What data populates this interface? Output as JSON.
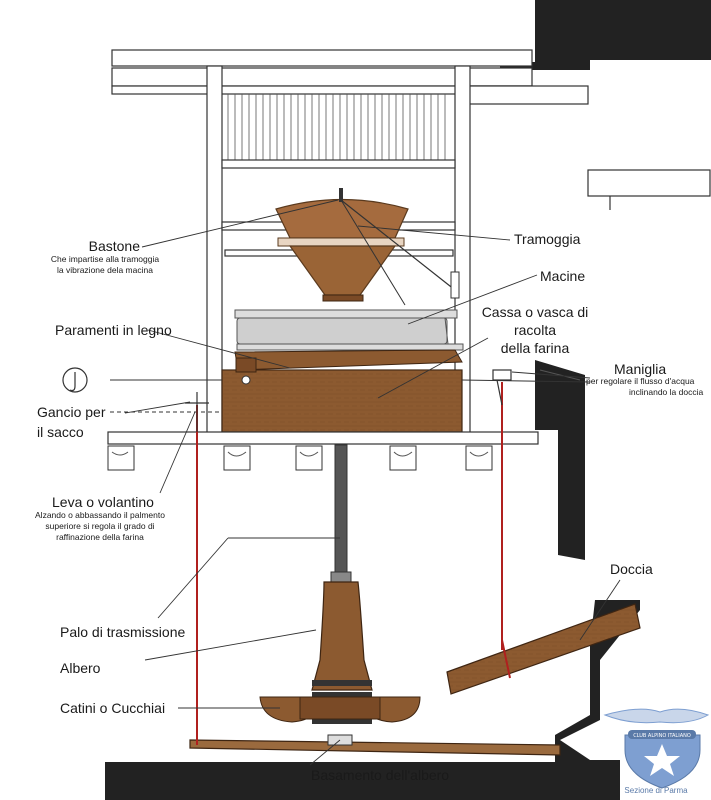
{
  "labels": {
    "bastone": "Bastone",
    "bastone_note_1": "Che impartise alla tramoggia",
    "bastone_note_2": "la vibrazione dela macina",
    "tramoggia": "Tramoggia",
    "macine": "Macine",
    "paramenti": "Paramenti in legno",
    "cassa_1": "Cassa o vasca di",
    "cassa_2": "racolta",
    "cassa_3": "della farina",
    "maniglia": "Maniglia",
    "maniglia_note_1": "per regolare il flusso d'acqua",
    "maniglia_note_2": "inclinando la doccia",
    "gancio_1": "Gancio per",
    "gancio_2": "il sacco",
    "leva": "Leva o volantino",
    "leva_note_1": "Alzando o abbassando il palmento",
    "leva_note_2": "superiore si regola il grado di",
    "leva_note_3": "raffinazione della farina",
    "doccia": "Doccia",
    "palo": "Palo di trasmissione",
    "albero": "Albero",
    "catini": "Catini o Cucchiai",
    "basamento": "Basamento dell'albero"
  },
  "logo": {
    "caption": "Sezione di Parma",
    "ring_text": "CLUB ALPINO ITALIANO"
  },
  "colors": {
    "wood_brown": "#8c5a30",
    "hopper_brown": "#a56b3e",
    "stone_gray": "#cfcfcf",
    "wall_black": "#222222",
    "rope_red": "#b0201e",
    "logo_blue": "#7e9fd1"
  }
}
